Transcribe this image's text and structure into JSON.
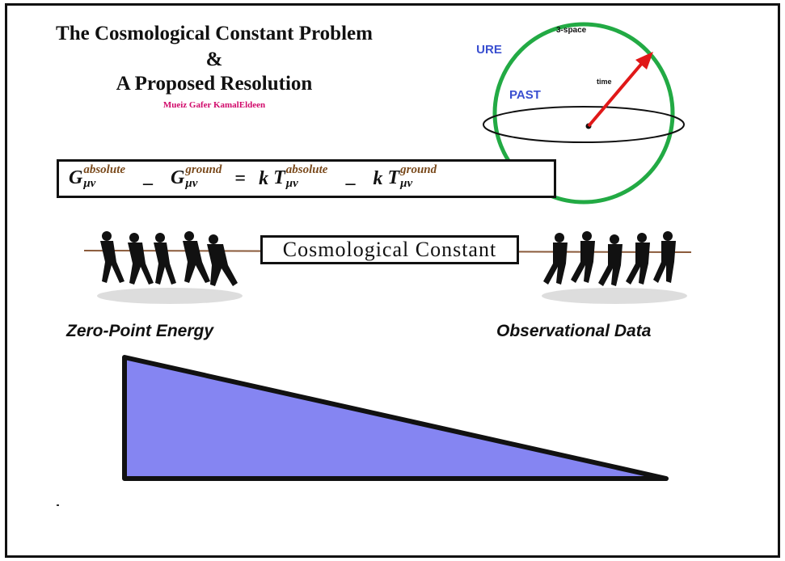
{
  "title": {
    "line1": "The Cosmological Constant Problem",
    "line2": "&",
    "line3": "A Proposed Resolution",
    "author": "Mueiz Gafer KamalEldeen"
  },
  "sphere": {
    "top_label": "3-space",
    "future": "FUTURE",
    "past": "PAST",
    "arrow_label": "time",
    "colors": {
      "circle": "#22aa44",
      "labels": "#3a4fd0",
      "arrow": "#e01818"
    }
  },
  "equation": {
    "g1": {
      "base": "G",
      "sup": "absolute",
      "sub": "μν"
    },
    "op1": "–",
    "g2": {
      "base": "G",
      "sup": "ground",
      "sub": "μν"
    },
    "eq": "=",
    "k1": "k",
    "t1": {
      "base": "T",
      "sup": "absolute",
      "sub": "μν"
    },
    "op2": "–",
    "k2": "k",
    "t2": {
      "base": "T",
      "sup": "ground",
      "sub": "μν"
    }
  },
  "tug_of_war": {
    "center_label": "Cosmological  Constant",
    "left_label": "Zero-Point Energy",
    "right_label": "Observational Data"
  },
  "wedge": {
    "fill": "#8585f2"
  }
}
